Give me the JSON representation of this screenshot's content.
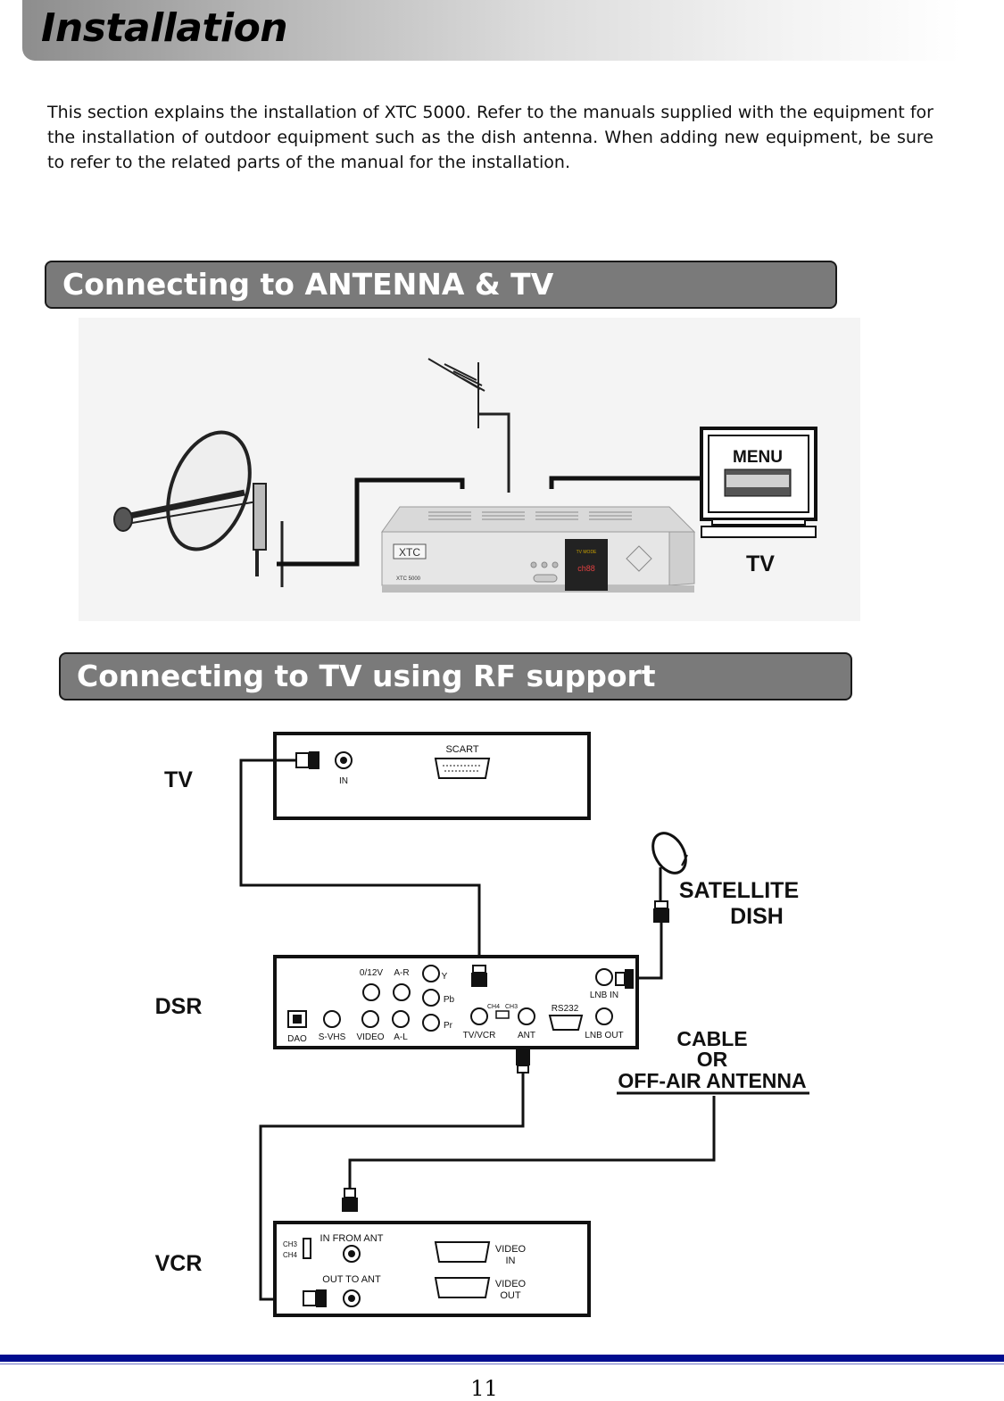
{
  "header": {
    "title": "Installation"
  },
  "intro": {
    "paragraph": "This section explains the installation of XTC 5000. Refer to the manuals supplied with the equipment for the installation of outdoor equipment such as the dish antenna. When adding new equipment, be sure to refer to the related parts of the manual for the installation."
  },
  "section1": {
    "title": "Connecting to ANTENNA & TV",
    "diagram": {
      "tv_menu": "MENU",
      "tv_label": "TV",
      "receiver_brand": "XTC",
      "receiver_model": "XTC 5000",
      "receiver_display": "ch88",
      "receiver_display_top": "TV MODE"
    }
  },
  "section2": {
    "title": "Connecting to TV using RF support",
    "diagram": {
      "tv_label": "TV",
      "tv_in": "IN",
      "tv_scart": "SCART",
      "satellite_dish_line1": "SATELLITE",
      "satellite_dish_line2": "DISH",
      "dsr_label": "DSR",
      "dsr_ports": {
        "p012v": "0/12V",
        "ar": "A-R",
        "y": "Y",
        "pb": "Pb",
        "pr": "Pr",
        "ch4": "CH4",
        "ch3": "CH3",
        "rs232": "RS232",
        "lnb_in": "LNB IN",
        "lnb_out": "LNB OUT",
        "dao": "DAO",
        "svhs": "S-VHS",
        "video": "VIDEO",
        "al": "A-L",
        "tvvcr": "TV/VCR",
        "ant": "ANT"
      },
      "cable_line1": "CABLE",
      "cable_line2": "OR",
      "cable_line3": "OFF-AIR ANTENNA",
      "vcr_label": "VCR",
      "vcr_ports": {
        "ch3": "CH3",
        "ch4": "CH4",
        "in_from_ant": "IN FROM ANT",
        "out_to_ant": "OUT TO ANT",
        "video_in_1": "VIDEO",
        "video_in_2": "IN",
        "video_out_1": "VIDEO",
        "video_out_2": "OUT"
      }
    }
  },
  "footer": {
    "page_number": "11"
  }
}
